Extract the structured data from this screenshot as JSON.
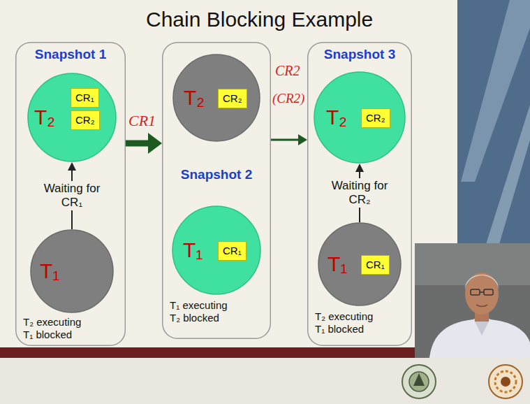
{
  "diagram": {
    "title": "Chain Blocking Example",
    "nodes": [
      {
        "text": [
          "Snapshot 1",
          "T₂ executing T₁ blocked"
        ]
      },
      {
        "text": [
          "T₂"
        ],
        "in": 0
      },
      {
        "text": [
          "CR₁"
        ],
        "in": 1
      },
      {
        "text": [
          "CR₂"
        ],
        "in": 1
      },
      {
        "text": [
          "T₁"
        ],
        "in": 0
      },
      {
        "text": [
          "Snapshot 2",
          "T₁ executing T₂ blocked"
        ]
      },
      {
        "text": [
          "T₂"
        ],
        "in": 5
      },
      {
        "text": [
          "CR₂"
        ],
        "in": 6
      },
      {
        "text": [
          "T₁"
        ],
        "in": 5
      },
      {
        "text": [
          "CR₁"
        ],
        "in": 8
      },
      {
        "text": [
          "Snapshot 3",
          "T₂ executing T₁ blocked"
        ]
      },
      {
        "text": [
          "T₂"
        ],
        "in": 10
      },
      {
        "text": [
          "CR₂"
        ],
        "in": 11
      },
      {
        "text": [
          "T₁"
        ],
        "in": 10
      },
      {
        "text": [
          "CR₁"
        ],
        "in": 13
      }
    ],
    "edges": [
      {
        "from": 4,
        "to": 1,
        "label": "Waiting for CR₁",
        "arrow": "to"
      },
      {
        "from": 0,
        "to": 5,
        "arrow": "to"
      },
      {
        "from": 5,
        "to": 10,
        "arrow": "to"
      },
      {
        "from": 13,
        "to": 11,
        "label": "Waiting for CR₂",
        "arrow": "to"
      }
    ],
    "labels": [
      "CR1",
      "CR2",
      "(CR2)"
    ]
  }
}
